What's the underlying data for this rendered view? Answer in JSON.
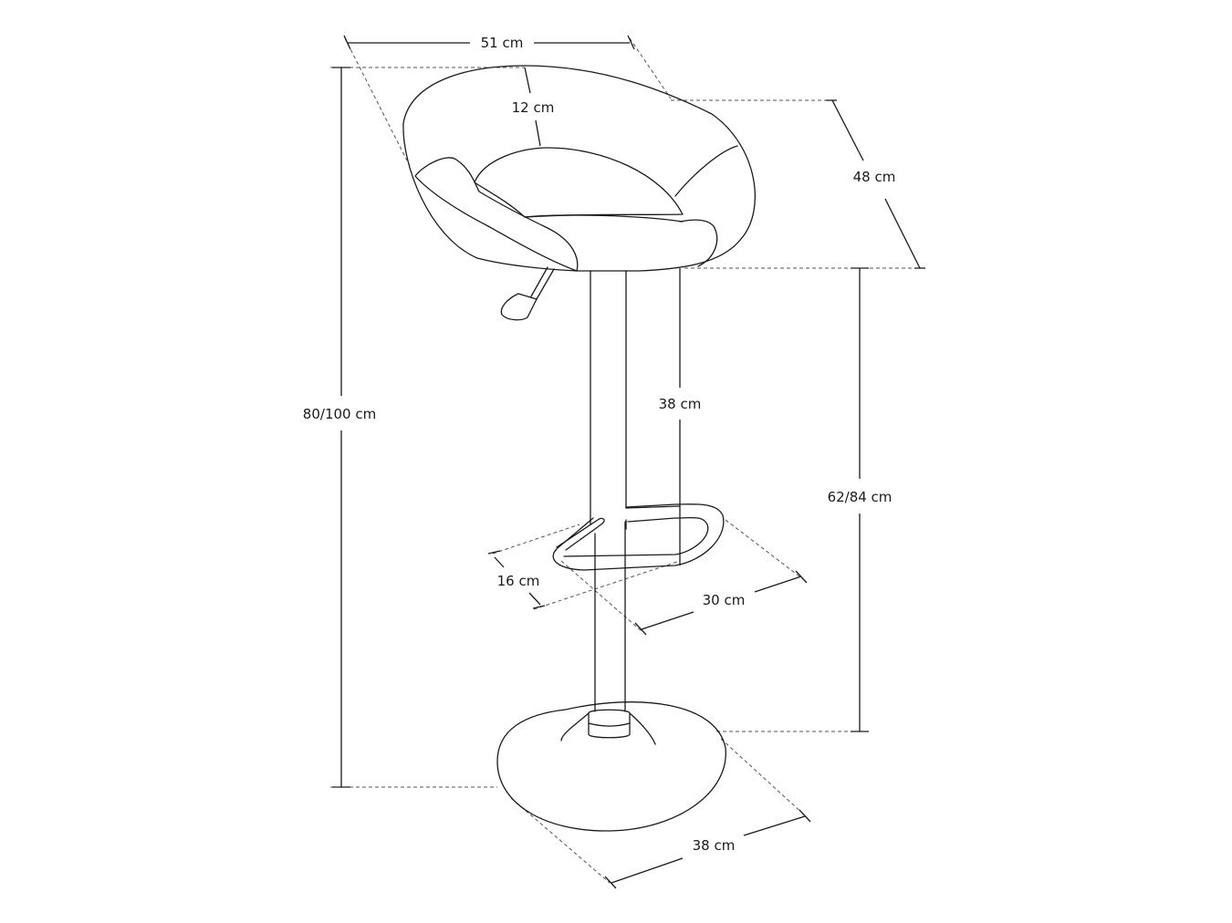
{
  "dimensions": {
    "seat_width": "51 cm",
    "backrest_height": "12 cm",
    "seat_depth": "48 cm",
    "total_height": "80/100 cm",
    "seat_height": "62/84 cm",
    "column_height": "38 cm",
    "footrest_height": "16 cm",
    "footrest_width": "30 cm",
    "base_diameter": "38 cm"
  }
}
